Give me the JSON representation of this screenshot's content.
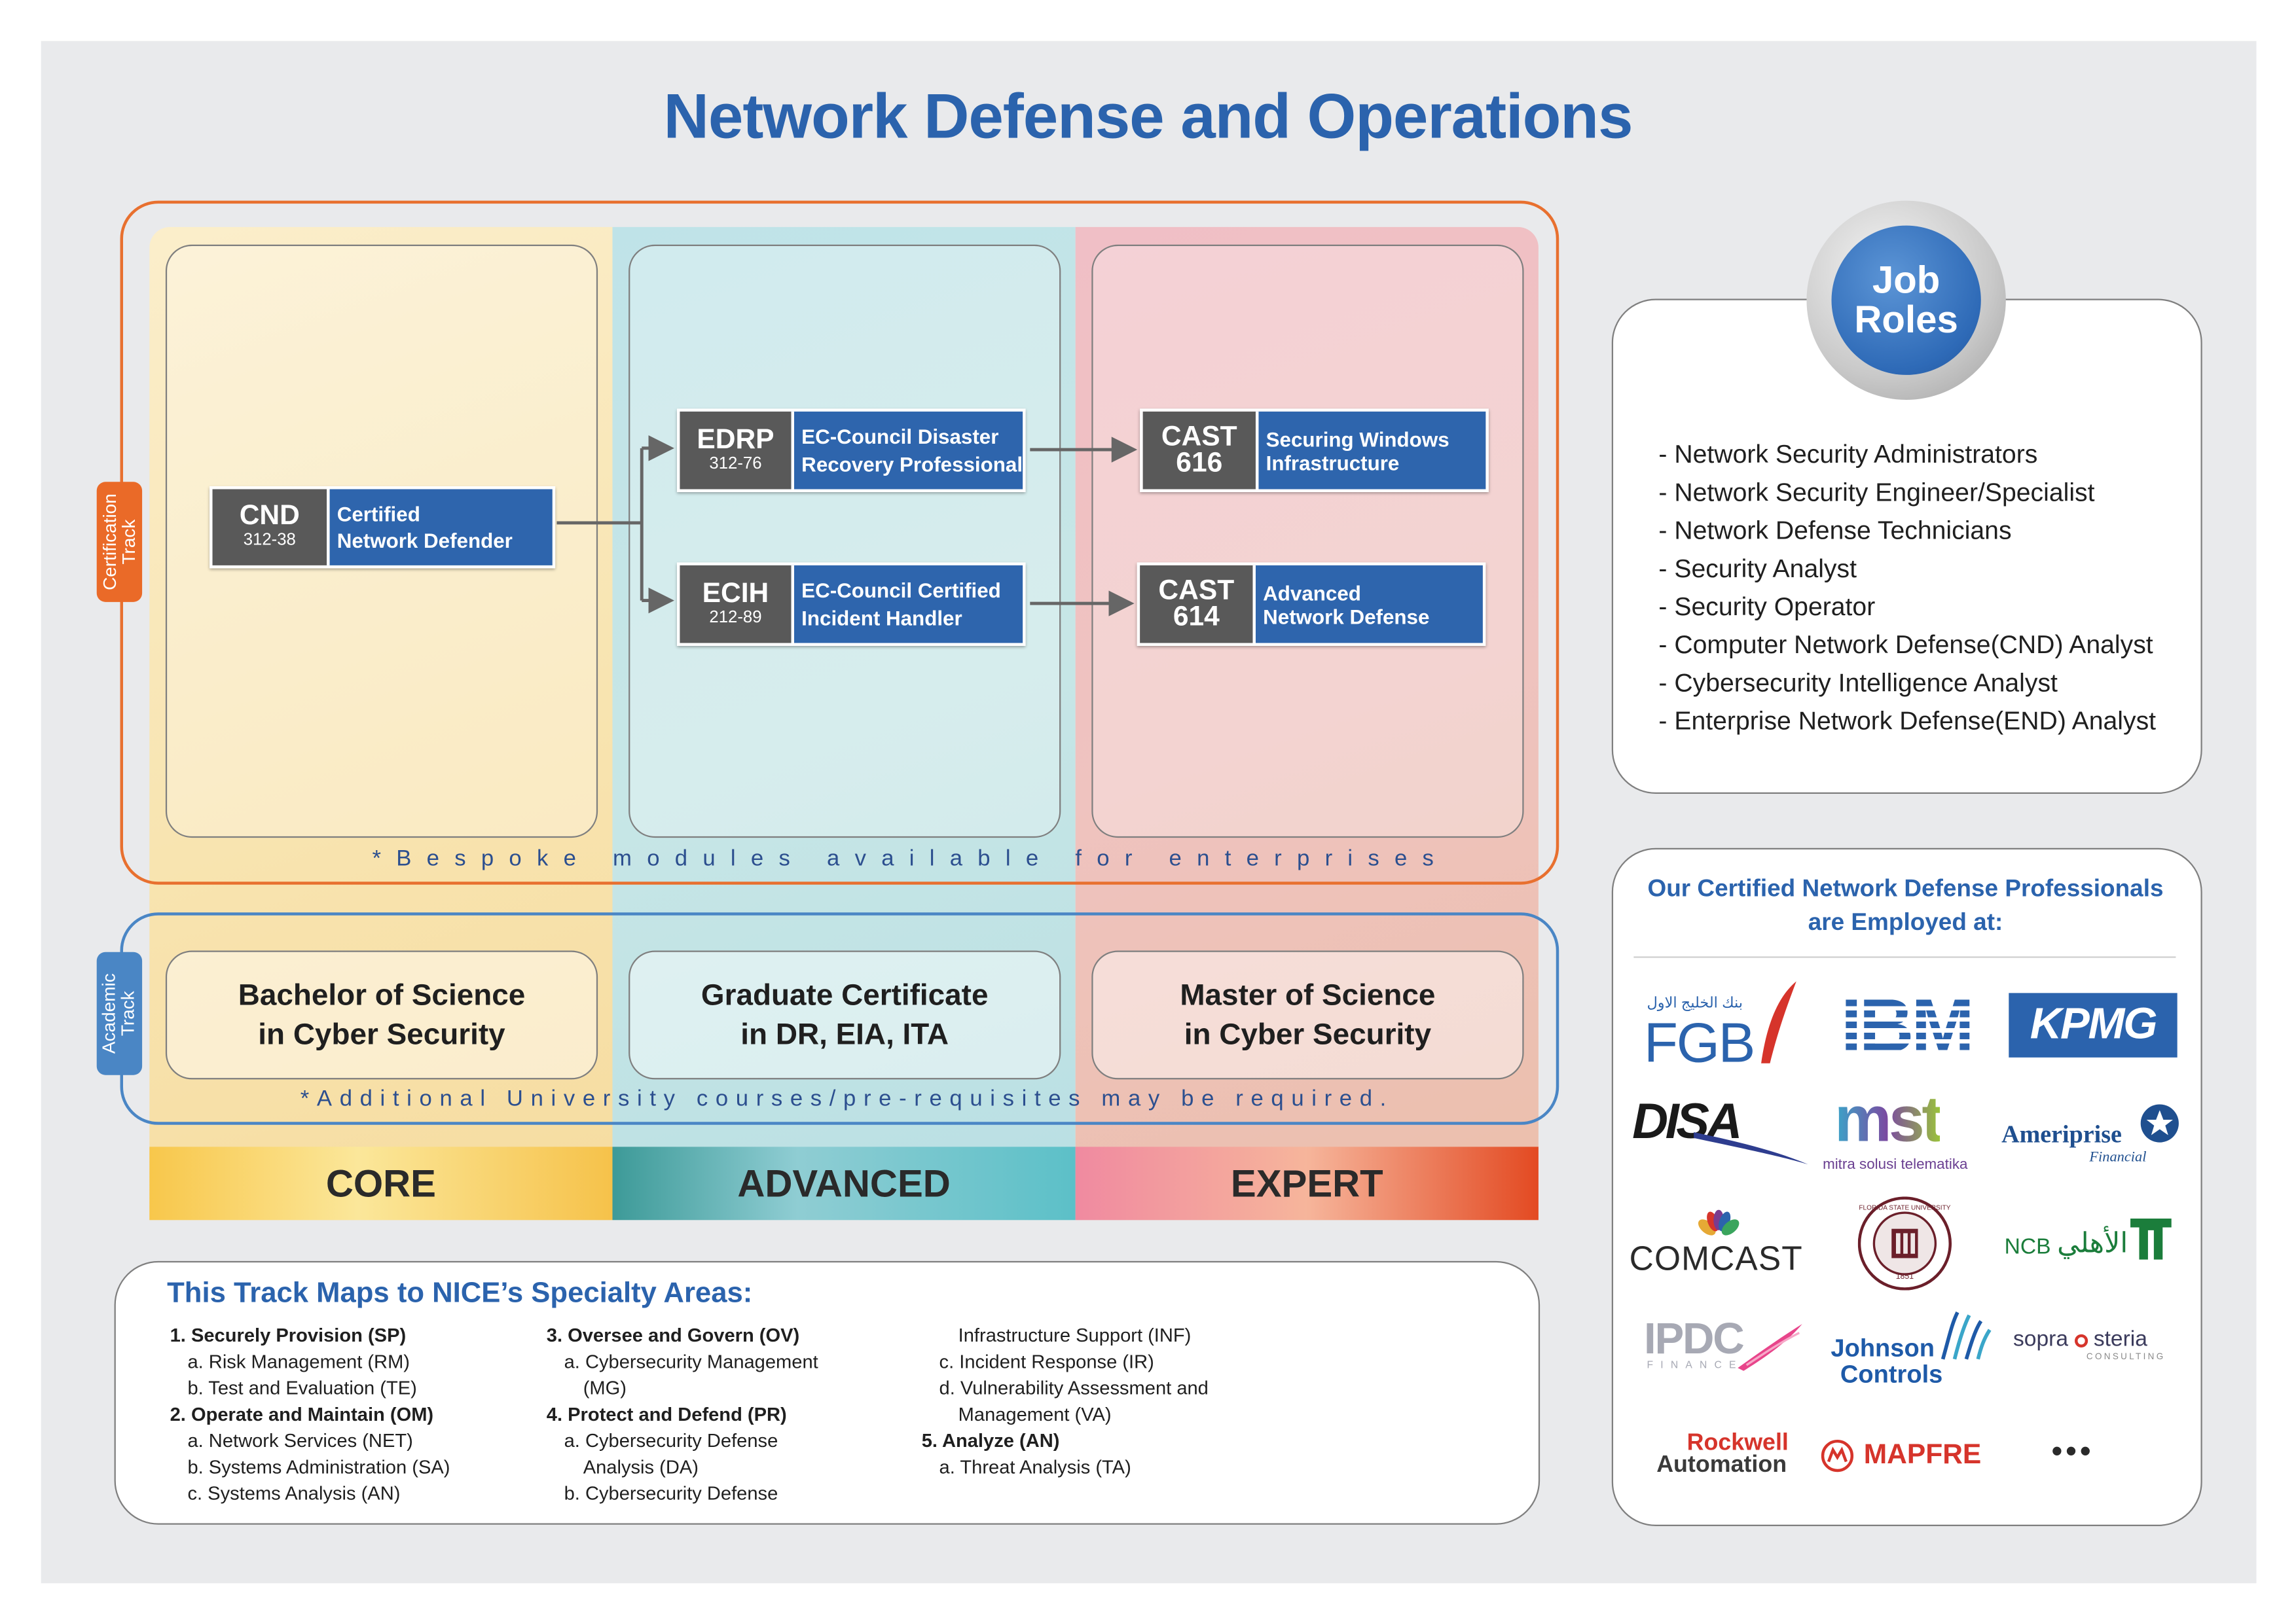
{
  "title": "Network Defense and Operations",
  "tracks": {
    "certification": "Certification\nTrack",
    "academic": "Academic\nTrack"
  },
  "notes": {
    "bespoke": "*Bespoke modules available for enterprises",
    "additional": "*Additional University courses/pre-requisites may be required."
  },
  "courses": {
    "cnd": {
      "code": "CND",
      "number": "312-38",
      "name1": "Certified",
      "name2": "Network Defender"
    },
    "edrp": {
      "code": "EDRP",
      "number": "312-76",
      "name1": "EC-Council Disaster",
      "name2": "Recovery Professional"
    },
    "ecih": {
      "code": "ECIH",
      "number": "212-89",
      "name1": "EC-Council Certified",
      "name2": "Incident Handler"
    },
    "cast616": {
      "code": "CAST",
      "number": "616",
      "name1": "Securing Windows",
      "name2": "Infrastructure"
    },
    "cast614": {
      "code": "CAST",
      "number": "614",
      "name1": "Advanced",
      "name2": "Network Defense"
    }
  },
  "degrees": {
    "bachelor": {
      "line1": "Bachelor of Science",
      "line2": "in Cyber Security"
    },
    "graduate": {
      "line1": "Graduate Certificate",
      "line2": "in DR, EIA, ITA"
    },
    "master": {
      "line1": "Master of Science",
      "line2": "in Cyber Security"
    }
  },
  "levels": {
    "core": "CORE",
    "advanced": "ADVANCED",
    "expert": "EXPERT"
  },
  "nice": {
    "title": "This Track Maps to NICE’s Specialty Areas:",
    "col1": [
      "1. Securely Provision (SP)",
      "a. Risk Management (RM)",
      "b. Test and Evaluation (TE)",
      "2. Operate and Maintain (OM)",
      "a. Network Services (NET)",
      "b. Systems Administration (SA)",
      "c. Systems Analysis (AN)"
    ],
    "col2": [
      "3. Oversee and Govern (OV)",
      "a. Cybersecurity Management",
      "(MG)",
      "4. Protect and Defend (PR)",
      "a. Cybersecurity Defense",
      "Analysis (DA)",
      "b. Cybersecurity Defense"
    ],
    "col3": [
      "Infrastructure Support (INF)",
      "c. Incident Response (IR)",
      "d. Vulnerability Assessment and",
      "Management (VA)",
      "5. Analyze (AN)",
      "a. Threat Analysis (TA)"
    ]
  },
  "job_roles": {
    "heading1": "Job",
    "heading2": "Roles",
    "items": [
      "- Network Security Administrators",
      "- Network Security Engineer/Specialist",
      "- Network Defense Technicians",
      "- Security Analyst",
      "- Security Operator",
      "- Computer Network Defense(CND) Analyst",
      "- Cybersecurity Intelligence Analyst",
      "- Enterprise Network Defense(END) Analyst"
    ]
  },
  "employers": {
    "title1": "Our Certified Network Defense Professionals",
    "title2": "are Employed at:",
    "fgb": {
      "arabic": "بنك الخليج الاول",
      "text": "FGB"
    },
    "ibm": "IBM",
    "kpmg": "KPMG",
    "disa": "DISA",
    "mst": {
      "mark": "mst",
      "text": "mitra solusi telematika"
    },
    "ameriprise": {
      "text": "Ameriprise",
      "sub": "Financial"
    },
    "comcast": "COMCAST",
    "fsu": {
      "ring": "FLORIDA STATE UNIVERSITY",
      "year": "1851"
    },
    "ncb": {
      "text": "NCB",
      "arabic": "الأهلي"
    },
    "ipdc": {
      "text": "IPDC",
      "sub": "FINANCE"
    },
    "johnson": {
      "line1": "Johnson",
      "line2": "Controls"
    },
    "sopra": {
      "text1": "sopra",
      "text2": "steria",
      "sub": "CONSULTING"
    },
    "rockwell": {
      "line1": "Rockwell",
      "line2": "Automation"
    },
    "mapfre": "MAPFRE",
    "more": "•••"
  },
  "colors": {
    "brand_blue": "#2b63ad",
    "course_code_gray": "#595959",
    "certification_orange": "#ea6a28",
    "academic_blue": "#4a86c5"
  }
}
